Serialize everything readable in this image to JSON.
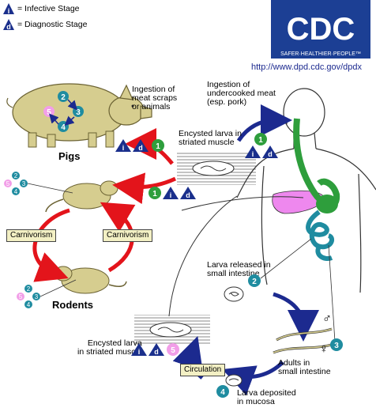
{
  "legend": {
    "infective_symbol": "i",
    "infective_label": "= Infective Stage",
    "diagnostic_symbol": "d",
    "diagnostic_label": "= Diagnostic Stage"
  },
  "logo": {
    "text": "CDC",
    "tagline": "SAFER·HEALTHIER·PEOPLE™",
    "url": "http://www.dpd.cdc.gov/dpdx"
  },
  "hosts": {
    "pigs": "Pigs",
    "rodents": "Rodents"
  },
  "labels": {
    "ingestion_scraps_1": "Ingestion of",
    "ingestion_scraps_2": "meat scraps",
    "ingestion_scraps_3": "or animals",
    "ingestion_meat_1": "Ingestion of",
    "ingestion_meat_2": "undercooked meat",
    "ingestion_meat_3": "(esp. pork)",
    "encysted_top_1": "Encysted larva in",
    "encysted_top_2": "striated muscle",
    "larva_released_1": "Larva released in",
    "larva_released_2": "small intestine",
    "adults_1": "Adults in",
    "adults_2": "small intestine",
    "deposited_1": "Larva deposited",
    "deposited_2": "in mucosa",
    "encysted_bottom_1": "Encysted larva",
    "encysted_bottom_2": "in striated muscle"
  },
  "boxes": {
    "carnivorism_left": "Carnivorism",
    "carnivorism_right": "Carnivorism",
    "circulation": "Circulation"
  },
  "stages": {
    "one": "1",
    "two": "2",
    "three": "3",
    "four": "4",
    "five": "5"
  },
  "symbols": {
    "male": "♂",
    "female": "♀"
  },
  "colors": {
    "infective_blue": "#1a2f8c",
    "stage_green": "#2e9e3c",
    "stage_teal": "#1f8ca0",
    "stage_pink": "#f29ee8",
    "cycle_red": "#e3141b",
    "cycle_navy": "#1c2a8f",
    "cdc_blue": "#1c3f94",
    "pig_fill": "#d6cd8f",
    "tract_green": "#2e9e3c",
    "organ_pink": "#ee88ee"
  }
}
